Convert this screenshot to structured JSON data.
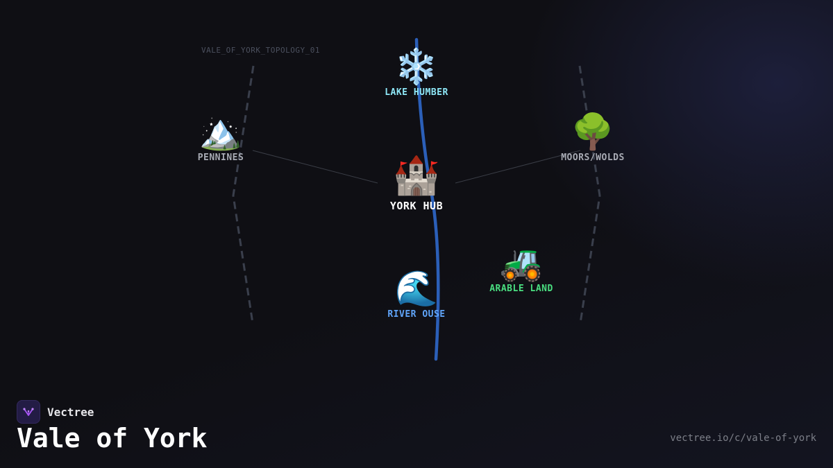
{
  "diagram": {
    "topology_id": "VALE_OF_YORK_TOPOLOGY_01",
    "nodes": [
      {
        "id": "lake",
        "icon": "❄️",
        "icon_name": "snowflake-icon",
        "label": "LAKE HUMBER",
        "color": "#8ee7f7"
      },
      {
        "id": "pennines",
        "icon": "🏔️",
        "icon_name": "mountain-icon",
        "label": "PENNINES",
        "color": "#a8abb4"
      },
      {
        "id": "york",
        "icon": "🏰",
        "icon_name": "castle-icon",
        "label": "YORK HUB",
        "color": "#ffffff"
      },
      {
        "id": "moors",
        "icon": "🌳",
        "icon_name": "tree-icon",
        "label": "MOORS/WOLDS",
        "color": "#a8abb4"
      },
      {
        "id": "arable",
        "icon": "🚜",
        "icon_name": "tractor-icon",
        "label": "ARABLE LAND",
        "color": "#4ade80"
      },
      {
        "id": "ouse",
        "icon": "🌊",
        "icon_name": "wave-icon",
        "label": "RIVER OUSE",
        "color": "#60a5fa"
      }
    ],
    "river_color": "#2b5fb8",
    "boundary_color": "#3a3f4c",
    "link_color": "#3a3d46"
  },
  "brand": {
    "name": "Vectree",
    "logo_icon": "vectree-logo-icon",
    "accent": "#a855f7"
  },
  "title": "Vale of York",
  "url": "vectree.io/c/vale-of-york"
}
